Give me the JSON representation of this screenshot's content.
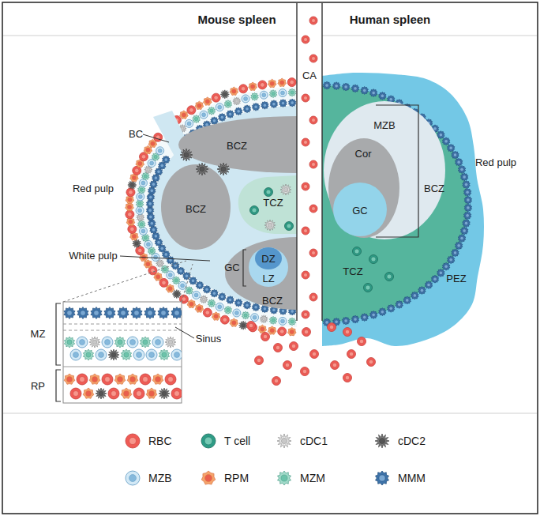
{
  "diagram": {
    "nodes": [
      {
        "text": [
          "CA"
        ]
      },
      {
        "text": [
          "BCZ"
        ]
      },
      {
        "text": [
          "BCZ"
        ]
      },
      {
        "text": [
          "TCZ"
        ]
      },
      {
        "text": [
          "BCZ"
        ]
      },
      {
        "text": [
          "GC"
        ],
        "in": 4
      },
      {
        "text": [
          "DZ"
        ],
        "in": 5
      },
      {
        "text": [
          "LZ"
        ],
        "in": 5
      },
      {
        "text": [
          "PEZ"
        ]
      },
      {
        "text": [
          "TCZ"
        ],
        "in": 8
      },
      {
        "text": [
          "MZB"
        ],
        "in": 9
      },
      {
        "text": [
          "Cor"
        ],
        "in": 10
      },
      {
        "text": [
          "GC"
        ],
        "in": 11
      }
    ],
    "labels": [
      "Mouse spleen",
      "Human spleen",
      "BC",
      "Red pulp",
      "Red pulp",
      "White pulp",
      "Sinus",
      "MZ",
      "RP",
      "BCZ"
    ],
    "legend": [
      {
        "text": "RBC"
      },
      {
        "text": "T cell"
      },
      {
        "text": "cDC1"
      },
      {
        "text": "cDC2"
      },
      {
        "text": "MZB"
      },
      {
        "text": "RPM"
      },
      {
        "text": "MZM"
      },
      {
        "text": "MMM"
      }
    ]
  }
}
